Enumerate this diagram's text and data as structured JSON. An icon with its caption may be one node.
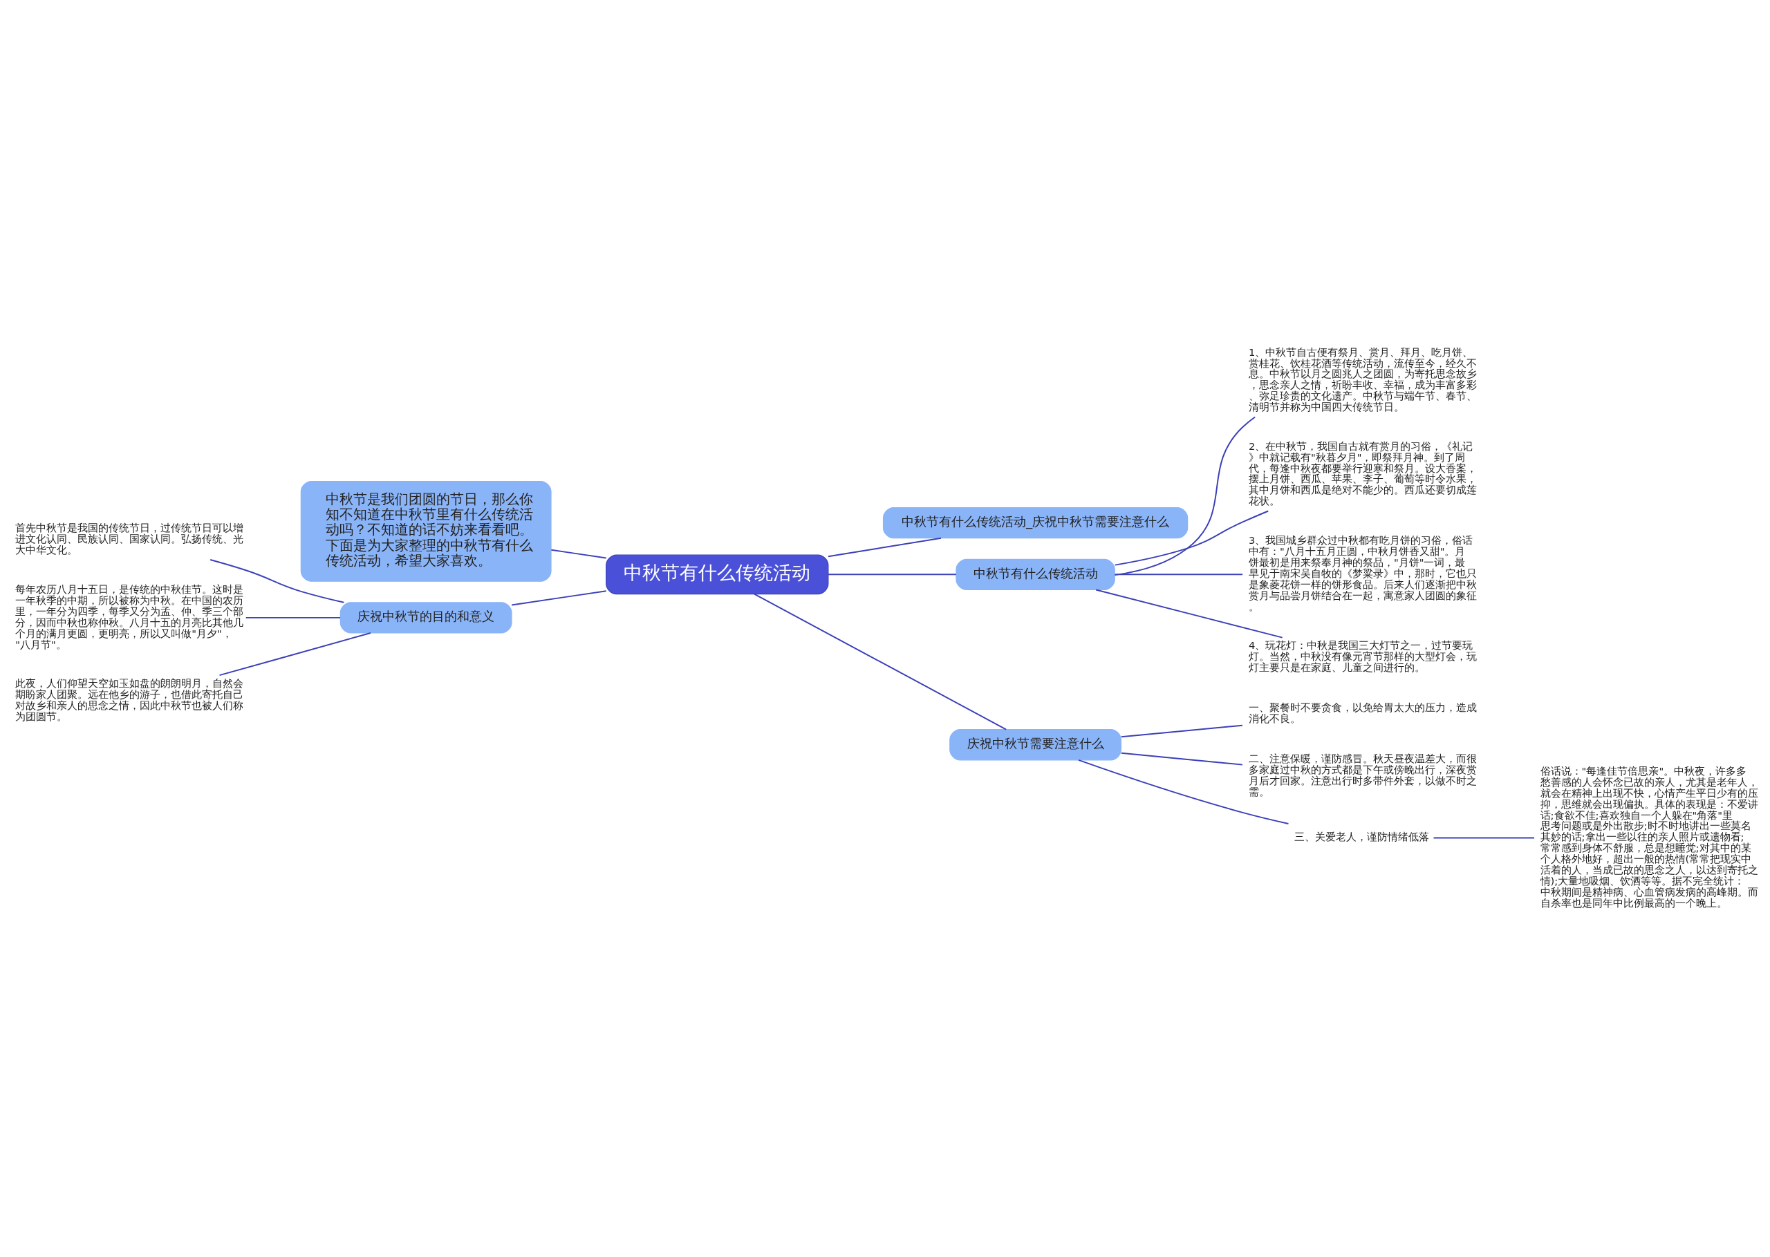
{
  "diagram": {
    "nodes": [
      {
        "text": [
          "中秋节有什么传统活动"
        ]
      },
      {
        "text": [
          "中秋节有什么传统活动_庆祝中秋节需要注意什么"
        ]
      },
      {
        "text": [
          "中秋节是我们团圆的节日，那么你知不知道在中秋节里有什么传统活动吗？不知道的话不妨来看看吧。下面是为大家整理的中秋节有什么传统活动，希望大家喜欢。"
        ]
      },
      {
        "text": [
          "中秋节有什么传统活动"
        ]
      },
      {
        "text": [
          "1、中秋节自古便有祭月、赏月、拜月、吃月饼、赏桂花、饮桂花酒等传统活动，流传至今，经久不息。中秋节以月之圆兆人之团圆，为寄托思念故乡，思念亲人之情，祈盼丰收、幸福，成为丰富多彩、弥足珍贵的文化遗产。中秋节与端午节、春节、清明节并称为中国四大传统节日。"
        ]
      },
      {
        "text": [
          "2、在中秋节，我国自古就有赏月的习俗，《礼记》中就记载有\"秋暮夕月\"，即祭拜月神。到了周代，每逢中秋夜都要举行迎寒和祭月。设大香案，摆上月饼、西瓜、苹果、李子、葡萄等时令水果，其中月饼和西瓜是绝对不能少的。西瓜还要切成莲花状。"
        ]
      },
      {
        "text": [
          "3、我国城乡群众过中秋都有吃月饼的习俗，俗话中有：\"八月十五月正圆，中秋月饼香又甜\"。月饼最初是用来祭奉月神的祭品，\"月饼\"一词，最早见于南宋吴自牧的《梦粱录》中，那时，它也只是象菱花饼一样的饼形食品。后来人们逐渐把中秋赏月与品尝月饼结合在一起，寓意家人团圆的象征。"
        ]
      },
      {
        "text": [
          "4、玩花灯：中秋是我国三大灯节之一，过节要玩灯。当然，中秋没有像元宵节那样的大型灯会，玩灯主要只是在家庭、儿童之间进行的。"
        ]
      },
      {
        "text": [
          "庆祝中秋节的目的和意义"
        ]
      },
      {
        "text": [
          "首先中秋节是我国的传统节日，过传统节日可以增进文化认同、民族认同、国家认同。弘扬传统、光大中华文化。"
        ]
      },
      {
        "text": [
          "每年农历八月十五日，是传统的中秋佳节。这时是一年秋季的中期，所以被称为中秋。在中国的农历里，一年分为四季，每季又分为孟、仲、季三个部分，因而中秋也称仲秋。八月十五的月亮比其他几个月的满月更圆，更明亮，所以又叫做\"月夕\"，\"八月节\"。"
        ]
      },
      {
        "text": [
          "此夜，人们仰望天空如玉如盘的朗朗明月，自然会期盼家人团聚。远在他乡的游子，也借此寄托自己对故乡和亲人的思念之情，因此中秋节也被人们称为团圆节。"
        ]
      },
      {
        "text": [
          "庆祝中秋节需要注意什么"
        ]
      },
      {
        "text": [
          "一、聚餐时不要贪食，以免给胃太大的压力，造成消化不良。"
        ]
      },
      {
        "text": [
          "二、注意保暖，谨防感冒。秋天昼夜温差大，而很多家庭过中秋的方式都是下午或傍晚出行，深夜赏月后才回家。注意出行时多带件外套，以做不时之需。"
        ]
      },
      {
        "text": [
          "三、关爱老人，谨防情绪低落"
        ]
      },
      {
        "text": [
          "俗话说：\"每逢佳节倍思亲\"。中秋夜，许多多愁善感的人会怀念已故的亲人，尤其是老年人，就会在精神上出现不快，心情产生平日少有的压抑，思维就会出现偏执。具体的表现是：不爱讲话;食欲不佳;喜欢独自一个人躲在\"角落\"里思考问题或是外出散步;时不时地讲出一些莫名其妙的话;拿出一些以往的亲人照片或遗物看;常常感到身体不舒服，总是想睡觉;对其中的某个人格外地好，超出一般的热情(常常把现实中活着的人，当成已故的思念之人，以达到寄托之情);大量地吸烟、饮酒等等。据不完全统计：中秋期间是精神病、心血管病发病的高峰期。而自杀率也是同年中比例最高的一个晚上。"
        ]
      }
    ],
    "edges": [
      {
        "from": 0,
        "to": 1,
        "arrow": "none"
      },
      {
        "from": 0,
        "to": 2,
        "arrow": "none"
      },
      {
        "from": 0,
        "to": 3,
        "arrow": "none"
      },
      {
        "from": 3,
        "to": 4,
        "arrow": "none"
      },
      {
        "from": 3,
        "to": 5,
        "arrow": "none"
      },
      {
        "from": 3,
        "to": 6,
        "arrow": "none"
      },
      {
        "from": 3,
        "to": 7,
        "arrow": "none"
      },
      {
        "from": 0,
        "to": 8,
        "arrow": "none"
      },
      {
        "from": 8,
        "to": 9,
        "arrow": "none"
      },
      {
        "from": 8,
        "to": 10,
        "arrow": "none"
      },
      {
        "from": 8,
        "to": 11,
        "arrow": "none"
      },
      {
        "from": 0,
        "to": 12,
        "arrow": "none"
      },
      {
        "from": 12,
        "to": 13,
        "arrow": "none"
      },
      {
        "from": 12,
        "to": 14,
        "arrow": "none"
      },
      {
        "from": 12,
        "to": 15,
        "arrow": "none"
      },
      {
        "from": 15,
        "to": 16,
        "arrow": "none"
      }
    ]
  }
}
